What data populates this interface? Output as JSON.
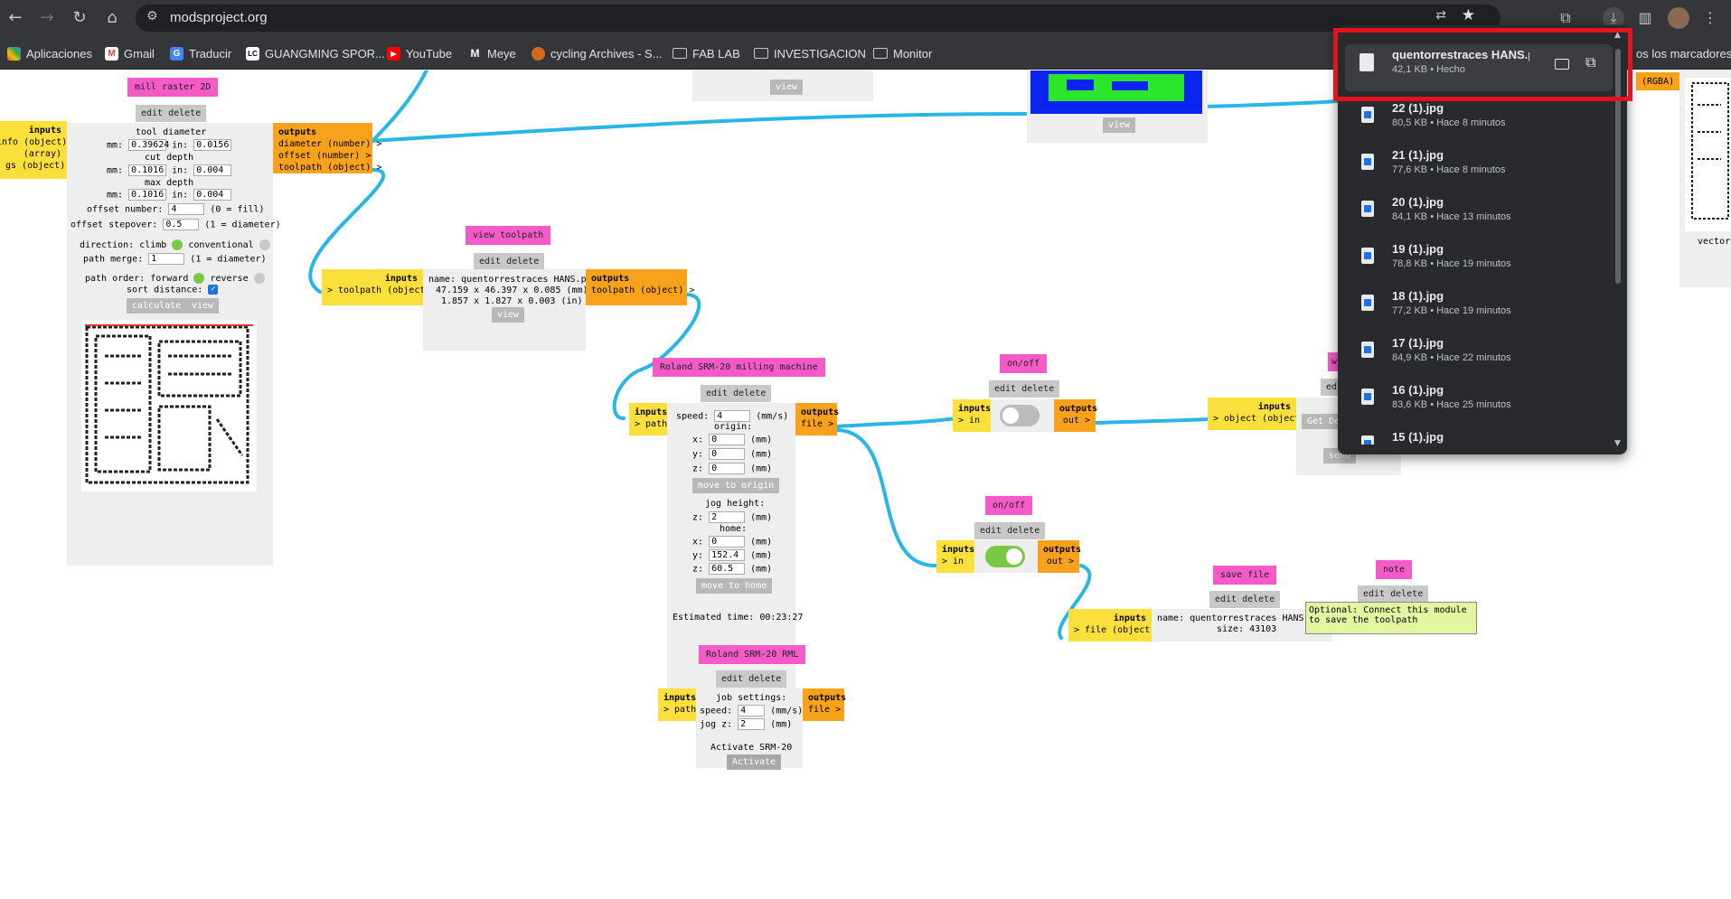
{
  "browser": {
    "url": "modsproject.org",
    "nav": {
      "back": "←",
      "forward": "→",
      "reload": "↻",
      "home": "⌂",
      "site_info": "⚙"
    },
    "bookmarks": [
      {
        "label": "Aplicaciones",
        "kind": "apps"
      },
      {
        "label": "Gmail",
        "kind": "gmail"
      },
      {
        "label": "Traducir",
        "kind": "translate"
      },
      {
        "label": "GUANGMING SPOR...",
        "kind": "site"
      },
      {
        "label": "YouTube",
        "kind": "youtube"
      },
      {
        "label": "Meye",
        "kind": "meye"
      },
      {
        "label": "cycling Archives - S...",
        "kind": "cycling"
      },
      {
        "label": "FAB LAB",
        "kind": "folder"
      },
      {
        "label": "INVESTIGACION",
        "kind": "folder"
      },
      {
        "label": "Monitor",
        "kind": "folder"
      }
    ],
    "all_bookmarks": "os los marcadores"
  },
  "downloads": {
    "items": [
      {
        "name": "quentorrestraces HANS.pr",
        "meta": "42,1 KB • Hecho"
      },
      {
        "name": "22 (1).jpg",
        "meta": "80,5 KB • Hace 8 minutos"
      },
      {
        "name": "21 (1).jpg",
        "meta": "77,6 KB • Hace 8 minutos"
      },
      {
        "name": "20 (1).jpg",
        "meta": "84,1 KB • Hace 13 minutos"
      },
      {
        "name": "19 (1).jpg",
        "meta": "78,8 KB • Hace 19 minutos"
      },
      {
        "name": "18 (1).jpg",
        "meta": "77,2 KB • Hace 19 minutos"
      },
      {
        "name": "17 (1).jpg",
        "meta": "84,9 KB • Hace 22 minutos"
      },
      {
        "name": "16 (1).jpg",
        "meta": "83,6 KB • Hace 25 minutos"
      },
      {
        "name": "15 (1).jpg",
        "meta": ""
      }
    ]
  },
  "modules": {
    "common": {
      "edit_delete": "edit delete",
      "inputs": "inputs",
      "outputs": "outputs",
      "view": "view"
    },
    "mill_raster": {
      "title": "mill raster 2D",
      "inputs": [
        "info (object)",
        "(array)",
        "gs (object)"
      ],
      "outputs": [
        "diameter (number) >",
        "offset (number) >",
        "toolpath (object) >"
      ],
      "tool_diameter": "tool diameter",
      "mm": "mm:",
      "in": "in:",
      "tool_mm": "0.39624",
      "tool_in": "0.0156",
      "cut_depth": "cut depth",
      "cut_mm": "0.1016",
      "cut_in": "0.004",
      "max_depth": "max depth",
      "max_mm": "0.1016",
      "max_in": "0.004",
      "offset_number": "offset number:",
      "offset_number_val": "4",
      "offset_fill": "(0 = fill)",
      "offset_stepover": "offset stepover:",
      "stepover_val": "0.5",
      "stepover_note": "(1 = diameter)",
      "direction": "direction: climb",
      "conventional": "conventional",
      "path_merge": "path merge:",
      "path_merge_val": "1",
      "path_merge_note": "(1 = diameter)",
      "path_order": "path order: forward",
      "reverse": "reverse",
      "sort_distance": "sort distance:",
      "calculate": "calculate"
    },
    "view_toolpath": {
      "title": "view toolpath",
      "inputs": [
        "> toolpath (object)"
      ],
      "outputs": [
        "toolpath (object) >"
      ],
      "name": "name: quentorrestraces HANS.png",
      "dims1": "47.159 x 46.397 x 0.085 (mm)",
      "dims2": "1.857 x 1.827 x 0.003 (in)"
    },
    "srm20": {
      "title": "Roland SRM-20 milling machine",
      "inputs": [
        "> path"
      ],
      "outputs": [
        "file >"
      ],
      "speed": "speed:",
      "speed_val": "4",
      "speed_unit": "(mm/s)",
      "origin": "origin:",
      "x": "x:",
      "y": "y:",
      "z": "z:",
      "mm_unit": "(mm)",
      "ox": "0",
      "oy": "0",
      "oz": "0",
      "move_origin": "move to origin",
      "jog_height": "jog height:",
      "jog_z": "2",
      "home": "home:",
      "hx": "0",
      "hy": "152.4",
      "hz": "60.5",
      "move_home": "move to home",
      "estimated": "Estimated time: 00:23:27"
    },
    "rml": {
      "title": "Roland SRM-20 RML",
      "inputs": [
        "> path"
      ],
      "outputs": [
        "file >"
      ],
      "job_settings": "job settings:",
      "speed": "speed:",
      "speed_val": "4",
      "speed_unit": "(mm/s)",
      "jog": "jog z:",
      "jog_val": "2",
      "jog_unit": "(mm)",
      "activate_label": "Activate SRM-20",
      "activate": "Activate"
    },
    "onoff1": {
      "title": "on/off",
      "inputs": [
        "> in"
      ],
      "outputs": [
        "out >"
      ],
      "state": "off"
    },
    "onoff2": {
      "title": "on/off",
      "inputs": [
        "> in"
      ],
      "outputs": [
        "out >"
      ],
      "state": "on"
    },
    "websocket": {
      "inputs": [
        "> object (object)"
      ],
      "label_a": "w",
      "label_e": "edi",
      "get_device": "Get Dev",
      "send": "send"
    },
    "save_file": {
      "title": "save file",
      "inputs": [
        "> file (object)"
      ],
      "name": "name: quentorrestraces HANS.pr",
      "size": "size: 43103"
    },
    "note": {
      "title": "note",
      "text": "Optional: Connect this module to save the toolpath"
    },
    "right_edge": {
      "rgba": "(RGBA)",
      "vector": "vector"
    }
  },
  "colors": {
    "wire": "#29b6e6",
    "title": "#f45bc6",
    "inputs": "#fbe03b",
    "outputs": "#f8a21b",
    "green": "#7ac943",
    "highlight": "#e3141d"
  }
}
